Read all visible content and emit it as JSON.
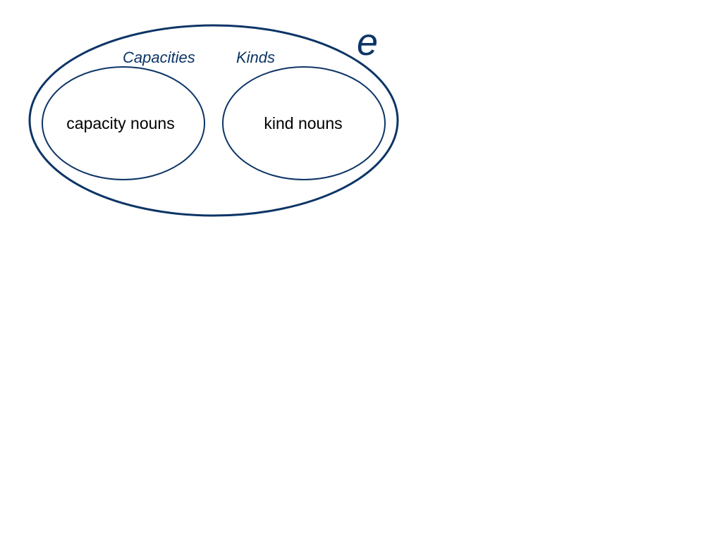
{
  "diagram": {
    "domain_label": "e",
    "left_set_label": "Capacities",
    "right_set_label": "Kinds",
    "left_set_content": "capacity nouns",
    "right_set_content": "kind nouns"
  },
  "colors": {
    "outline": "#0d3566",
    "label": "#0d3566",
    "inner_text": "#000000"
  }
}
